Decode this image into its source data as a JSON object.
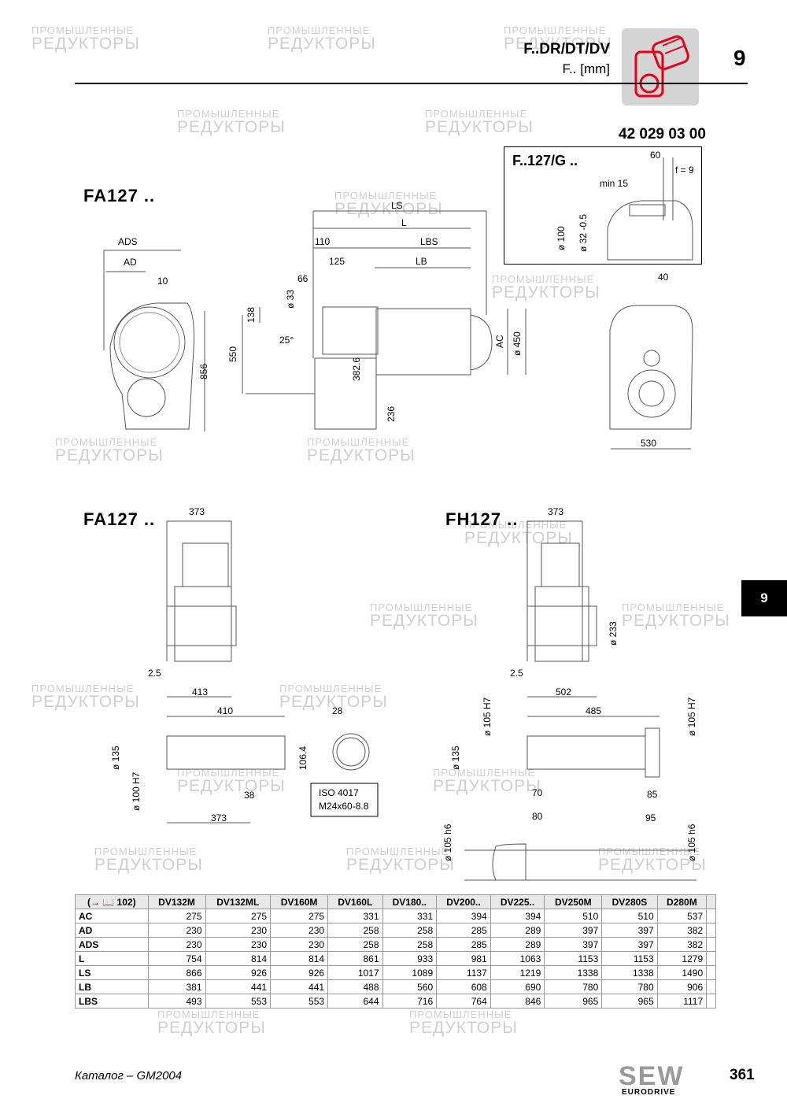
{
  "header": {
    "title": "F..DR/DT/DV",
    "subtitle": "F.. [mm]",
    "chapter": "9",
    "doc_number": "42 029 03 00"
  },
  "side_tab": "9",
  "watermark": {
    "line1": "ПРОМЫШЛЕННЫЕ",
    "line2": "РЕДУКТОРЫ"
  },
  "labels": {
    "fa127_top": "FA127 ..",
    "fa127_mid": "FA127 ..",
    "fh127": "FH127 ..",
    "inset": "F..127/G .."
  },
  "dimensions": {
    "ads": "ADS",
    "ad": "AD",
    "d10": "10",
    "d856": "856",
    "ls": "LS",
    "l": "L",
    "d110": "110",
    "lbs": "LBS",
    "d125": "125",
    "lb": "LB",
    "d66": "66",
    "d33": "ø 33",
    "d138": "138",
    "d25": "25°",
    "d550": "550",
    "d382": "382.6",
    "d236": "236",
    "ac": "AC",
    "d450": "ø 450",
    "d40": "40",
    "d530": "530",
    "d60": "60",
    "f9": "f = 9",
    "min15": "min 15",
    "d100i": "ø 100",
    "d32": "ø 32 -0.5",
    "fa373": "373",
    "fa25": "2.5",
    "fa413": "413",
    "fa410": "410",
    "fa28": "28",
    "fa135": "ø 135",
    "fa1064": "106.4",
    "fa100": "ø 100 H7",
    "fa38": "38",
    "fa373b": "373",
    "iso1": "ISO 4017",
    "iso2": "M24x60-8.8",
    "fh373": "373",
    "fh233": "ø 233",
    "fh25": "2.5",
    "fh502": "502",
    "fh485": "485",
    "fh105a": "ø 105 H7",
    "fh105b": "ø 105 H7",
    "fh135": "ø 135",
    "fh70": "70",
    "fh85": "85",
    "fh80": "80",
    "fh95": "95",
    "fh105c": "ø 105 h6",
    "fh105d": "ø 105 h6"
  },
  "table": {
    "ref": "(→ 📖 102)",
    "columns": [
      "DV132M",
      "DV132ML",
      "DV160M",
      "DV160L",
      "DV180..",
      "DV200..",
      "DV225..",
      "DV250M",
      "DV280S",
      "D280M",
      ""
    ],
    "rows": [
      {
        "label": "AC",
        "values": [
          "275",
          "275",
          "275",
          "331",
          "331",
          "394",
          "394",
          "510",
          "510",
          "537",
          ""
        ]
      },
      {
        "label": "AD",
        "values": [
          "230",
          "230",
          "230",
          "258",
          "258",
          "285",
          "289",
          "397",
          "397",
          "382",
          ""
        ]
      },
      {
        "label": "ADS",
        "values": [
          "230",
          "230",
          "230",
          "258",
          "258",
          "285",
          "289",
          "397",
          "397",
          "382",
          ""
        ]
      },
      {
        "label": "L",
        "values": [
          "754",
          "814",
          "814",
          "861",
          "933",
          "981",
          "1063",
          "1153",
          "1153",
          "1279",
          ""
        ]
      },
      {
        "label": "LS",
        "values": [
          "866",
          "926",
          "926",
          "1017",
          "1089",
          "1137",
          "1219",
          "1338",
          "1338",
          "1490",
          ""
        ]
      },
      {
        "label": "LB",
        "values": [
          "381",
          "441",
          "441",
          "488",
          "560",
          "608",
          "690",
          "780",
          "780",
          "906",
          ""
        ]
      },
      {
        "label": "LBS",
        "values": [
          "493",
          "553",
          "553",
          "644",
          "716",
          "764",
          "846",
          "965",
          "965",
          "1117",
          ""
        ]
      }
    ]
  },
  "footer": {
    "catalog": "Каталог – GM2004",
    "page": "361",
    "brand": "SEW",
    "brand_sub": "EURODRIVE"
  }
}
